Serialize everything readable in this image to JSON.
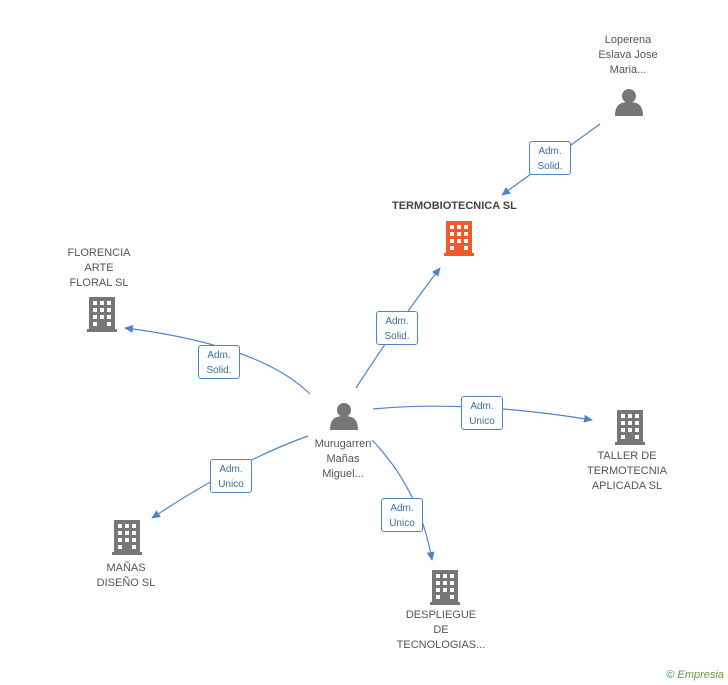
{
  "colors": {
    "edge": "#4a86c8",
    "node": "#777777",
    "focus": "#f05a2a"
  },
  "nodes": {
    "person_center": {
      "label": "Murugarren\nMañas\nMiguel..."
    },
    "person_top": {
      "label": "Loperena\nEslava Jose\nMaria..."
    },
    "termobiotecnica": {
      "label": "TERMOBIOTECNICA SL"
    },
    "florencia": {
      "label": "FLORENCIA\nARTE\nFLORAL SL"
    },
    "taller": {
      "label": "TALLER DE\nTERMOTECNIA\nAPLICADA SL"
    },
    "manas": {
      "label": "MAÑAS\nDISEÑO SL"
    },
    "despliegue": {
      "label": "DESPLIEGUE\nDE\nTECNOLOGIAS..."
    }
  },
  "edges": {
    "top_to_termo": {
      "l1": "Adm.",
      "l2": "Solid."
    },
    "center_to_termo": {
      "l1": "Adm.",
      "l2": "Solid."
    },
    "center_to_florencia": {
      "l1": "Adm.",
      "l2": "Solid."
    },
    "center_to_taller": {
      "l1": "Adm.",
      "l2": "Unico"
    },
    "center_to_manas": {
      "l1": "Adm.",
      "l2": "Unico"
    },
    "center_to_despliegue": {
      "l1": "Adm.",
      "l2": "Unico"
    }
  },
  "footer": {
    "copyright": "©",
    "brand": "Empresia"
  }
}
